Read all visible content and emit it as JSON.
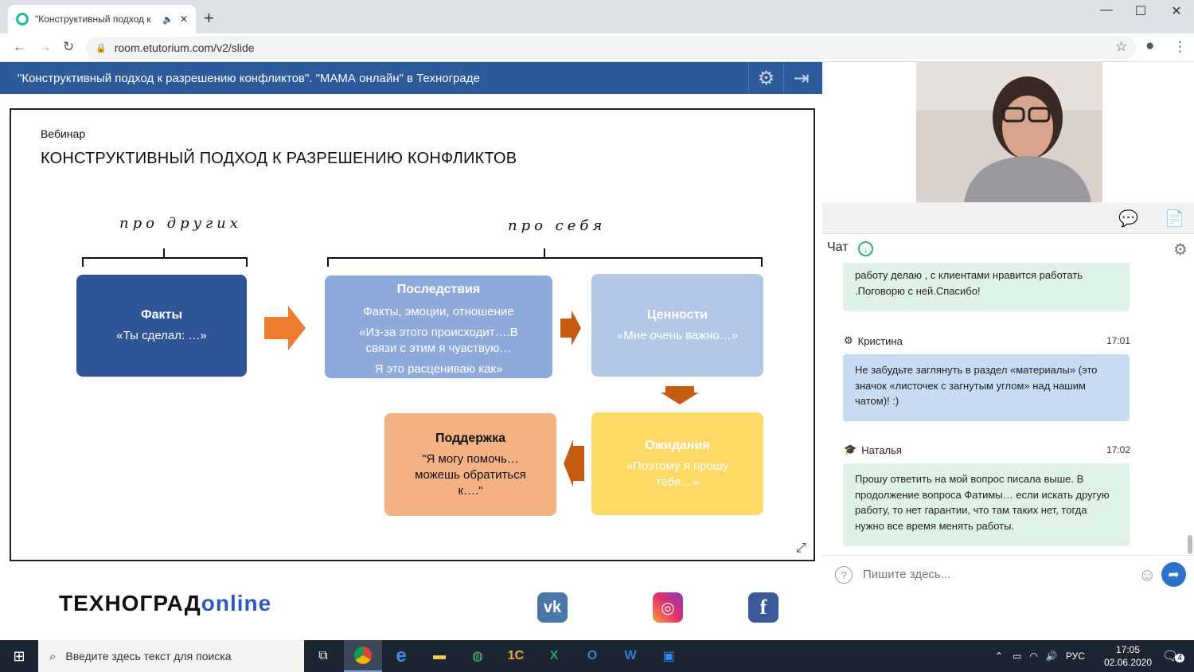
{
  "browser": {
    "tab_title": "\"Конструктивный подход к",
    "url": "room.etutorium.com/v2/slide",
    "new_tab_icon": "plus-icon"
  },
  "app": {
    "header_title": "\"Конструктивный подход к разрешению конфликтов\". \"МАМА онлайн\" в Технограде",
    "header_color": "#2d5a9b"
  },
  "slide": {
    "label": "Вебинар",
    "title": "КОНСТРУКТИВНЫЙ ПОДХОД К РАЗРЕШЕНИЮ КОНФЛИКТОВ",
    "brace_left": "про других",
    "brace_right": "про себя",
    "boxes": {
      "facts": {
        "title": "Факты",
        "line1": "«Ты сделал: …»",
        "color": "#2f5597"
      },
      "consequences": {
        "title": "Последствия",
        "line1": "Факты, эмоции, отношение",
        "line2": "«Из-за этого происходит….В связи с этим я чувствую…",
        "line3": "Я это расцениваю как»",
        "color": "#8eaadb"
      },
      "values": {
        "title": "Ценности",
        "line1": "«Мне очень важно…»",
        "color": "#b4c7e7"
      },
      "expectations": {
        "title": "Ожидания",
        "line1": "«Поэтому я прошу тебя…»",
        "color": "#ffd966"
      },
      "support": {
        "title": "Поддержка",
        "line1": "\"Я могу помочь… можешь обратиться к….\"",
        "color": "#f4b183"
      }
    }
  },
  "footer": {
    "brand_main": "ТЕХНОГРАД",
    "brand_suffix": "online",
    "social": [
      "vk-icon",
      "instagram-icon",
      "facebook-icon"
    ]
  },
  "chat": {
    "title": "Чат",
    "messages": [
      {
        "text": "работу делаю , с клиентами нравится работать .Поговорю с ней.Спасибо!"
      },
      {
        "author": "Кристина",
        "time": "17:01",
        "text": "Не забудьте заглянуть в раздел «материалы» (это значок «листочек с загнутым углом» над нашим чатом)! :)"
      },
      {
        "author": "Наталья",
        "time": "17:02",
        "text": "Прошу ответить на мой вопрос писала выше. В продолжение вопроса Фатимы… если искать другую работу, то нет гарантии, что там таких нет, тогда нужно все время менять работы."
      }
    ],
    "input_placeholder": "Пишите здесь..."
  },
  "taskbar": {
    "search_placeholder": "Введите здесь текст для поиска",
    "lang": "РУС",
    "time": "17:05",
    "date": "02.06.2020",
    "notifications": "4"
  }
}
